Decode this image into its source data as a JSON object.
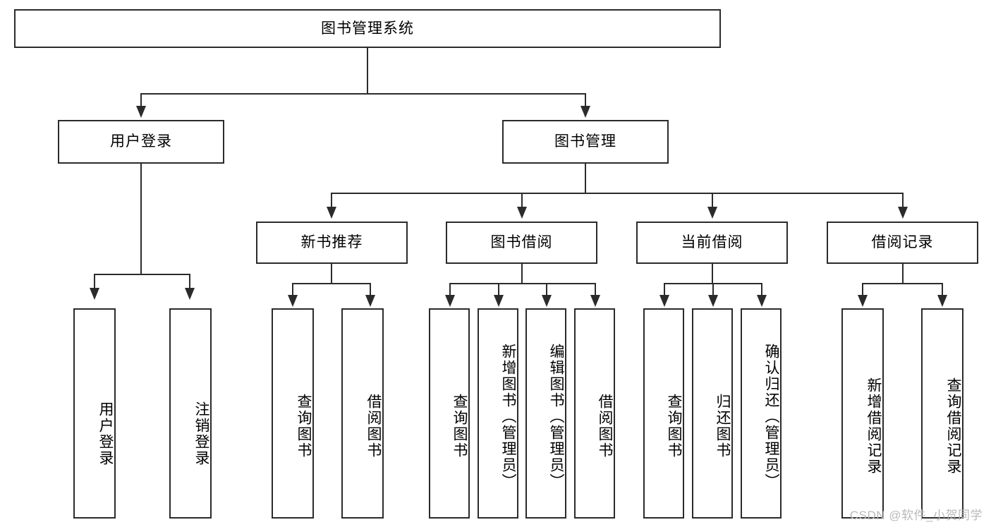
{
  "diagram": {
    "title": "图书管理系统",
    "type": "tree-hierarchy-diagram",
    "root": {
      "label": "图书管理系统"
    },
    "level2": [
      {
        "label": "用户登录"
      },
      {
        "label": "图书管理"
      }
    ],
    "level3": [
      {
        "label": "新书推荐"
      },
      {
        "label": "图书借阅"
      },
      {
        "label": "当前借阅"
      },
      {
        "label": "借阅记录"
      }
    ],
    "leaves": {
      "user_login": [
        {
          "label": "用户登录"
        },
        {
          "label": "注销登录"
        }
      ],
      "new_book_recommend": [
        {
          "label": "查询图书"
        },
        {
          "label": "借阅图书"
        }
      ],
      "book_borrow": [
        {
          "label": "查询图书"
        },
        {
          "label": "新增图书（管理员）"
        },
        {
          "label": "编辑图书（管理员）"
        },
        {
          "label": "借阅图书"
        }
      ],
      "current_borrow": [
        {
          "label": "查询图书"
        },
        {
          "label": "归还图书"
        },
        {
          "label": "确认归还（管理员）"
        }
      ],
      "borrow_record": [
        {
          "label": "新增借阅记录"
        },
        {
          "label": "查询借阅记录"
        }
      ]
    }
  },
  "watermark": {
    "text": "CSDN @软件_小贺同学"
  },
  "colors": {
    "stroke": "#2b2b2b",
    "background": "#ffffff",
    "text": "#000000",
    "watermark": "#b9b9b9"
  }
}
